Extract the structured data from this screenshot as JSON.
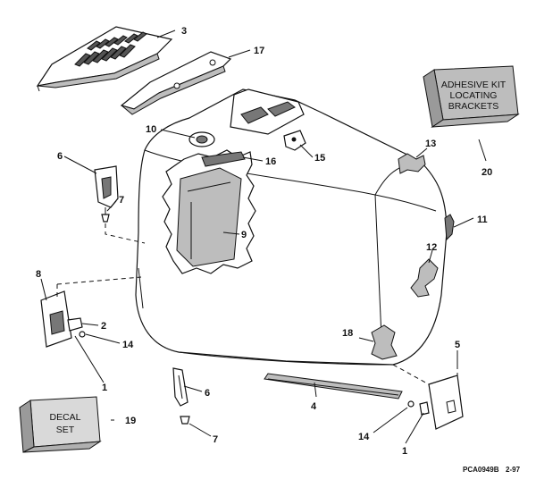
{
  "callouts": {
    "c1a": "1",
    "c1b": "1",
    "c2": "2",
    "c3": "3",
    "c4": "4",
    "c5": "5",
    "c6a": "6",
    "c6b": "6",
    "c7a": "7",
    "c7b": "7",
    "c8": "8",
    "c9": "9",
    "c10": "10",
    "c11": "11",
    "c12": "12",
    "c13": "13",
    "c14a": "14",
    "c14b": "14",
    "c15": "15",
    "c16": "16",
    "c17": "17",
    "c18": "18",
    "c19": "19",
    "c20": "20"
  },
  "kit_box": {
    "line1": "ADHESIVE KIT",
    "line2": "LOCATING",
    "line3": "BRACKETS"
  },
  "decal_box": {
    "line1": "DECAL",
    "line2": "SET"
  },
  "footer": {
    "code": "PCA0949B",
    "date": "2-97"
  }
}
